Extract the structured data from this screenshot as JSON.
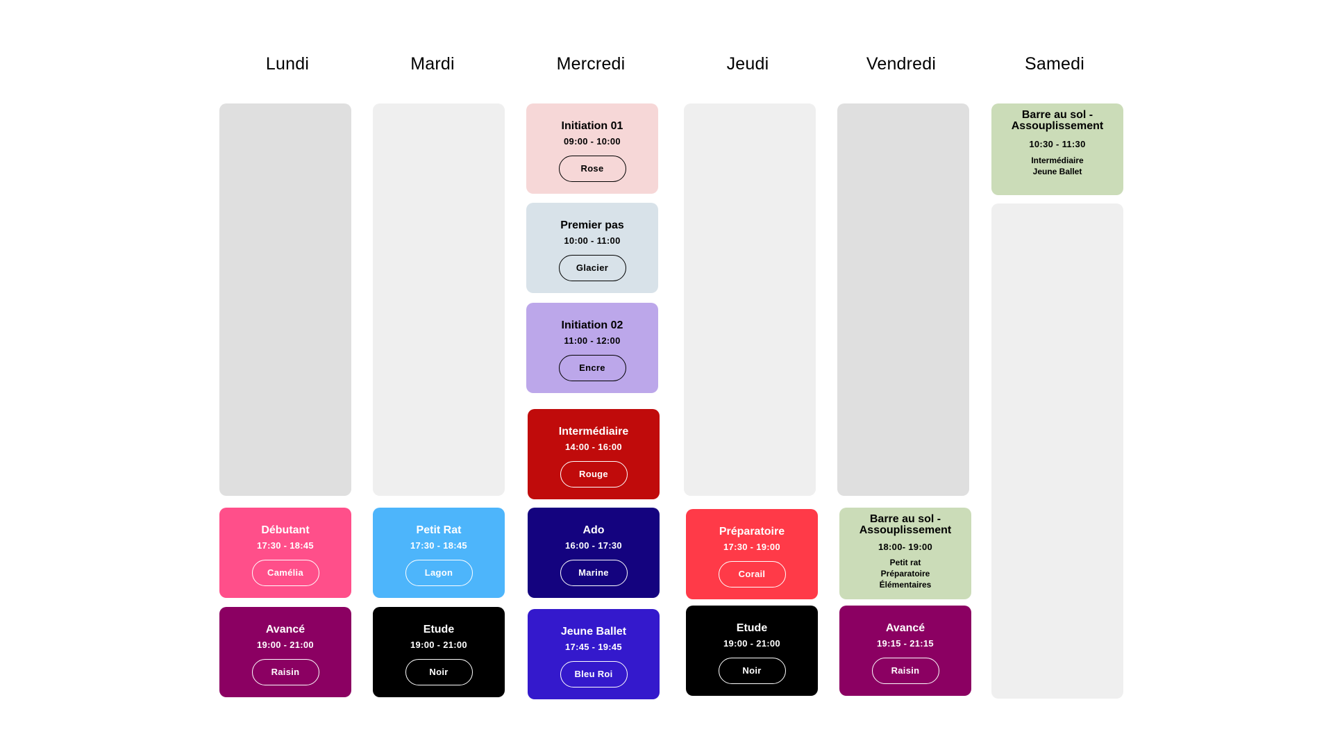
{
  "colors": {
    "placeholder_dark": "#dfdfdf",
    "placeholder_light": "#efefef",
    "rose": "#f6d7d7",
    "glacier": "#d8e2e9",
    "encre": "#bca7ea",
    "rouge": "#c00b0b",
    "marine": "#14037f",
    "bleu_roi": "#3419cc",
    "camelia": "#ff4f8a",
    "lagon": "#4db5fb",
    "corail": "#ff3a48",
    "raisin": "#8b0062",
    "noir": "#000000",
    "sage": "#cbdcb8"
  },
  "days": {
    "lundi": "Lundi",
    "mardi": "Mardi",
    "mercredi": "Mercredi",
    "jeudi": "Jeudi",
    "vendredi": "Vendredi",
    "samedi": "Samedi"
  },
  "classes": {
    "lundi_1": {
      "name": "Débutant",
      "time": "17:30 - 18:45",
      "color": "Camélia"
    },
    "lundi_2": {
      "name": "Avancé",
      "time": "19:00 - 21:00",
      "color": "Raisin"
    },
    "mardi_1": {
      "name": "Petit Rat",
      "time": "17:30 - 18:45",
      "color": "Lagon"
    },
    "mardi_2": {
      "name": "Etude",
      "time": "19:00 - 21:00",
      "color": "Noir"
    },
    "mercredi_1": {
      "name": "Initiation 01",
      "time": "09:00 - 10:00",
      "color": "Rose"
    },
    "mercredi_2": {
      "name": "Premier pas",
      "time": "10:00 - 11:00",
      "color": "Glacier"
    },
    "mercredi_3": {
      "name": "Initiation 02",
      "time": "11:00 - 12:00",
      "color": "Encre"
    },
    "mercredi_4": {
      "name": "Intermédiaire",
      "time": "14:00 - 16:00",
      "color": "Rouge"
    },
    "mercredi_5": {
      "name": "Ado",
      "time": "16:00 - 17:30",
      "color": "Marine"
    },
    "mercredi_6": {
      "name": "Jeune Ballet",
      "time": "17:45 - 19:45",
      "color": "Bleu Roi"
    },
    "jeudi_1": {
      "name": "Préparatoire",
      "time": "17:30 - 19:00",
      "color": "Corail"
    },
    "jeudi_2": {
      "name": "Etude",
      "time": "19:00 - 21:00",
      "color": "Noir"
    },
    "vendredi_1": {
      "name_line1": "Barre au sol -",
      "name_line2": "Assouplissement",
      "time": "18:00- 19:00",
      "level1": "Petit rat",
      "level2": "Préparatoire",
      "level3": "Élémentaires"
    },
    "vendredi_2": {
      "name": "Avancé",
      "time": "19:15 - 21:15",
      "color": "Raisin"
    },
    "samedi_1": {
      "name_line1": "Barre au sol -",
      "name_line2": "Assouplissement",
      "time": "10:30 - 11:30",
      "level1": "Intermédiaire",
      "level2": "Jeune Ballet"
    }
  }
}
